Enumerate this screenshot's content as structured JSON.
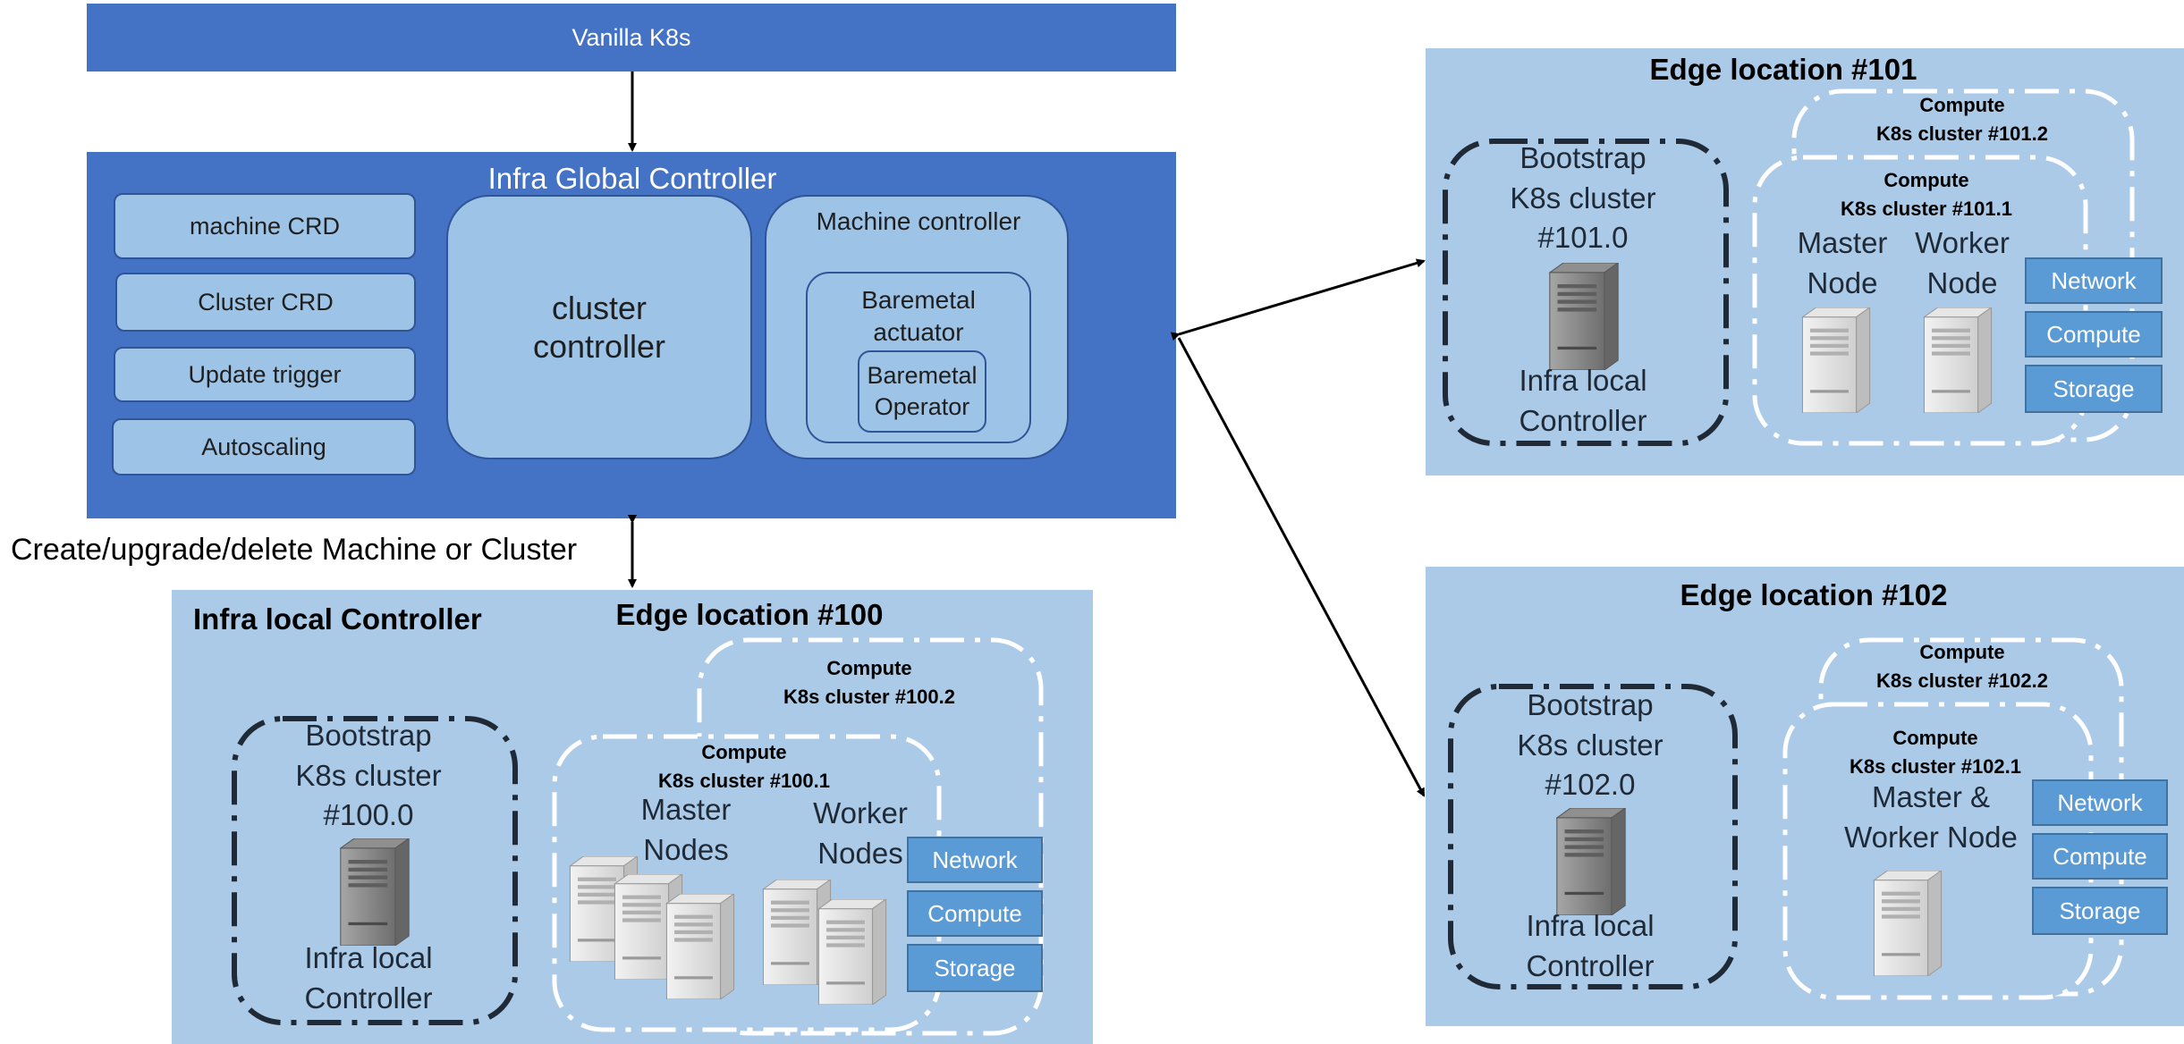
{
  "top_bar": {
    "title": "Vanilla K8s"
  },
  "global_controller": {
    "title": "Infra Global Controller",
    "left_items": [
      "machine CRD",
      "Cluster CRD",
      "Update trigger",
      "Autoscaling"
    ],
    "cluster_controller": "cluster\ncontroller",
    "machine_controller": {
      "title": "Machine controller",
      "actuator": "Baremetal\nactuator",
      "operator": "Baremetal\nOperator"
    }
  },
  "arrow_label": "Create/upgrade/delete Machine or Cluster",
  "edge100": {
    "corner_label": "Infra local Controller",
    "title": "Edge location #100",
    "bootstrap": "Bootstrap\nK8s cluster\n#100.0",
    "infra_local": "Infra local\nController",
    "compute2": "Compute\nK8s cluster #100.2",
    "compute1": "Compute\nK8s cluster #100.1",
    "master": "Master\nNodes",
    "worker": "Worker\nNodes",
    "buttons": [
      "Network",
      "Compute",
      "Storage"
    ]
  },
  "edge101": {
    "title": "Edge location #101",
    "bootstrap": "Bootstrap\nK8s cluster\n#101.0",
    "infra_local": "Infra local\nController",
    "compute2": "Compute\nK8s cluster #101.2",
    "compute1": "Compute\nK8s cluster #101.1",
    "master": "Master\nNode",
    "worker": "Worker\nNode",
    "buttons": [
      "Network",
      "Compute",
      "Storage"
    ]
  },
  "edge102": {
    "title": "Edge location #102",
    "bootstrap": "Bootstrap\nK8s cluster\n#102.0",
    "infra_local": "Infra local\nController",
    "compute2": "Compute\nK8s cluster #102.2",
    "compute1": "Compute\nK8s cluster #102.1",
    "master_worker": "Master &\nWorker Node",
    "buttons": [
      "Network",
      "Compute",
      "Storage"
    ]
  }
}
